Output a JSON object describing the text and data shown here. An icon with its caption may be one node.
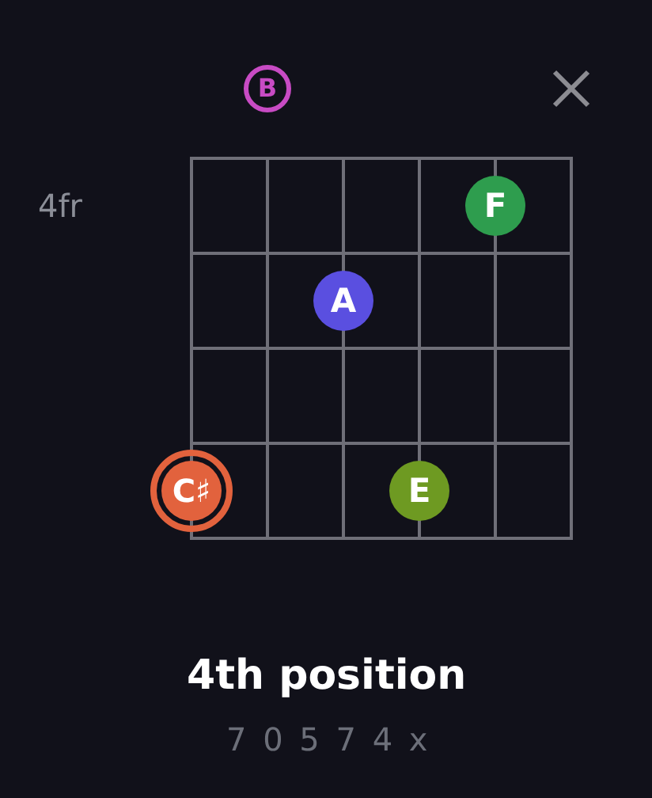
{
  "diagram": {
    "title": "4th position",
    "nodes": [
      {
        "text": [
          "B"
        ]
      },
      {
        "text": [
          "F"
        ]
      },
      {
        "text": [
          "A"
        ]
      },
      {
        "text": [
          "C♯"
        ]
      },
      {
        "text": [
          "E"
        ]
      }
    ],
    "edges": [],
    "labels": [
      "4fr",
      "7 0 5 7 4 x"
    ]
  }
}
